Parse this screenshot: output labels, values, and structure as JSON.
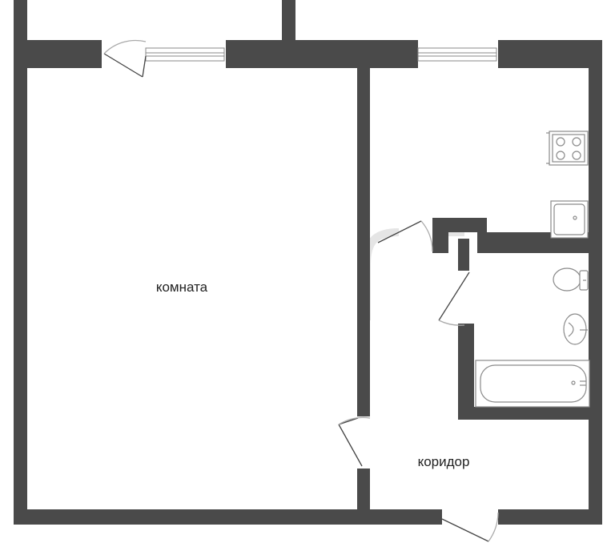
{
  "plan": {
    "rooms": [
      {
        "id": "room",
        "label": "комната"
      },
      {
        "id": "corridor",
        "label": "коридор"
      }
    ],
    "colors": {
      "wall": "#4a4a4a",
      "background": "#ffffff",
      "fixture_stroke": "#9a9a9a",
      "door_stroke": "#444444",
      "watermark": "#dcdcdc"
    }
  }
}
